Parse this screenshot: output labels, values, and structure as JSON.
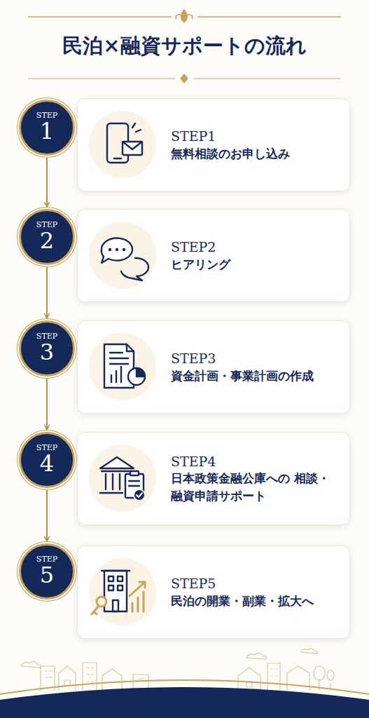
{
  "diagram": {
    "title": "民泊×融資サポートの流れ",
    "nodes": [
      {
        "text": [
          "STEP",
          "1"
        ]
      },
      {
        "text": [
          "STEP1",
          "無料相談のお申し込み"
        ]
      },
      {
        "text": [
          "STEP",
          "2"
        ]
      },
      {
        "text": [
          "STEP2",
          "ヒアリング"
        ]
      },
      {
        "text": [
          "STEP",
          "3"
        ]
      },
      {
        "text": [
          "STEP3",
          "資金計画・事業計画の作成"
        ]
      },
      {
        "text": [
          "STEP",
          "4"
        ]
      },
      {
        "text": [
          "STEP4",
          "日本政策金融公庫への 相談・融資申請サポート"
        ]
      },
      {
        "text": [
          "STEP",
          "5"
        ]
      },
      {
        "text": [
          "STEP5",
          "民泊の開業・副業・拡大へ"
        ]
      }
    ],
    "edges": [
      {
        "from": 0,
        "to": 2,
        "arrow": "to"
      },
      {
        "from": 2,
        "to": 4,
        "arrow": "to"
      },
      {
        "from": 4,
        "to": 6,
        "arrow": "to"
      },
      {
        "from": 6,
        "to": 8,
        "arrow": "to"
      }
    ]
  }
}
